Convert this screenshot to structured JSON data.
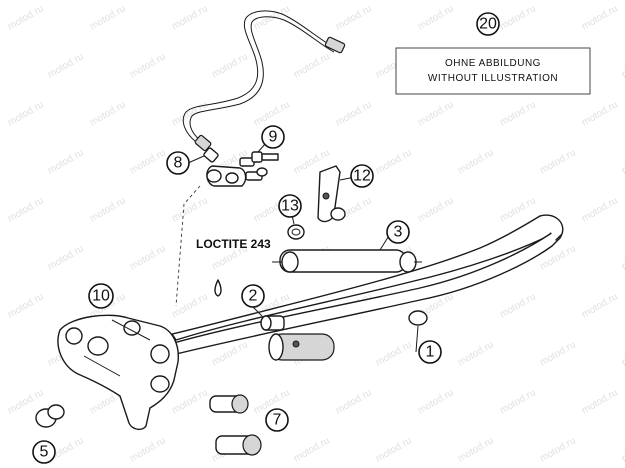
{
  "callouts": {
    "c1": "1",
    "c2": "2",
    "c3": "3",
    "c5": "5",
    "c7": "7",
    "c8": "8",
    "c9": "9",
    "c10": "10",
    "c12": "12",
    "c13": "13",
    "c20": "20"
  },
  "note": {
    "line1": "OHNE ABBILDUNG",
    "line2": "WITHOUT ILLUSTRATION"
  },
  "loctite_label": "LOCTITE 243",
  "watermark": "motod.ru"
}
